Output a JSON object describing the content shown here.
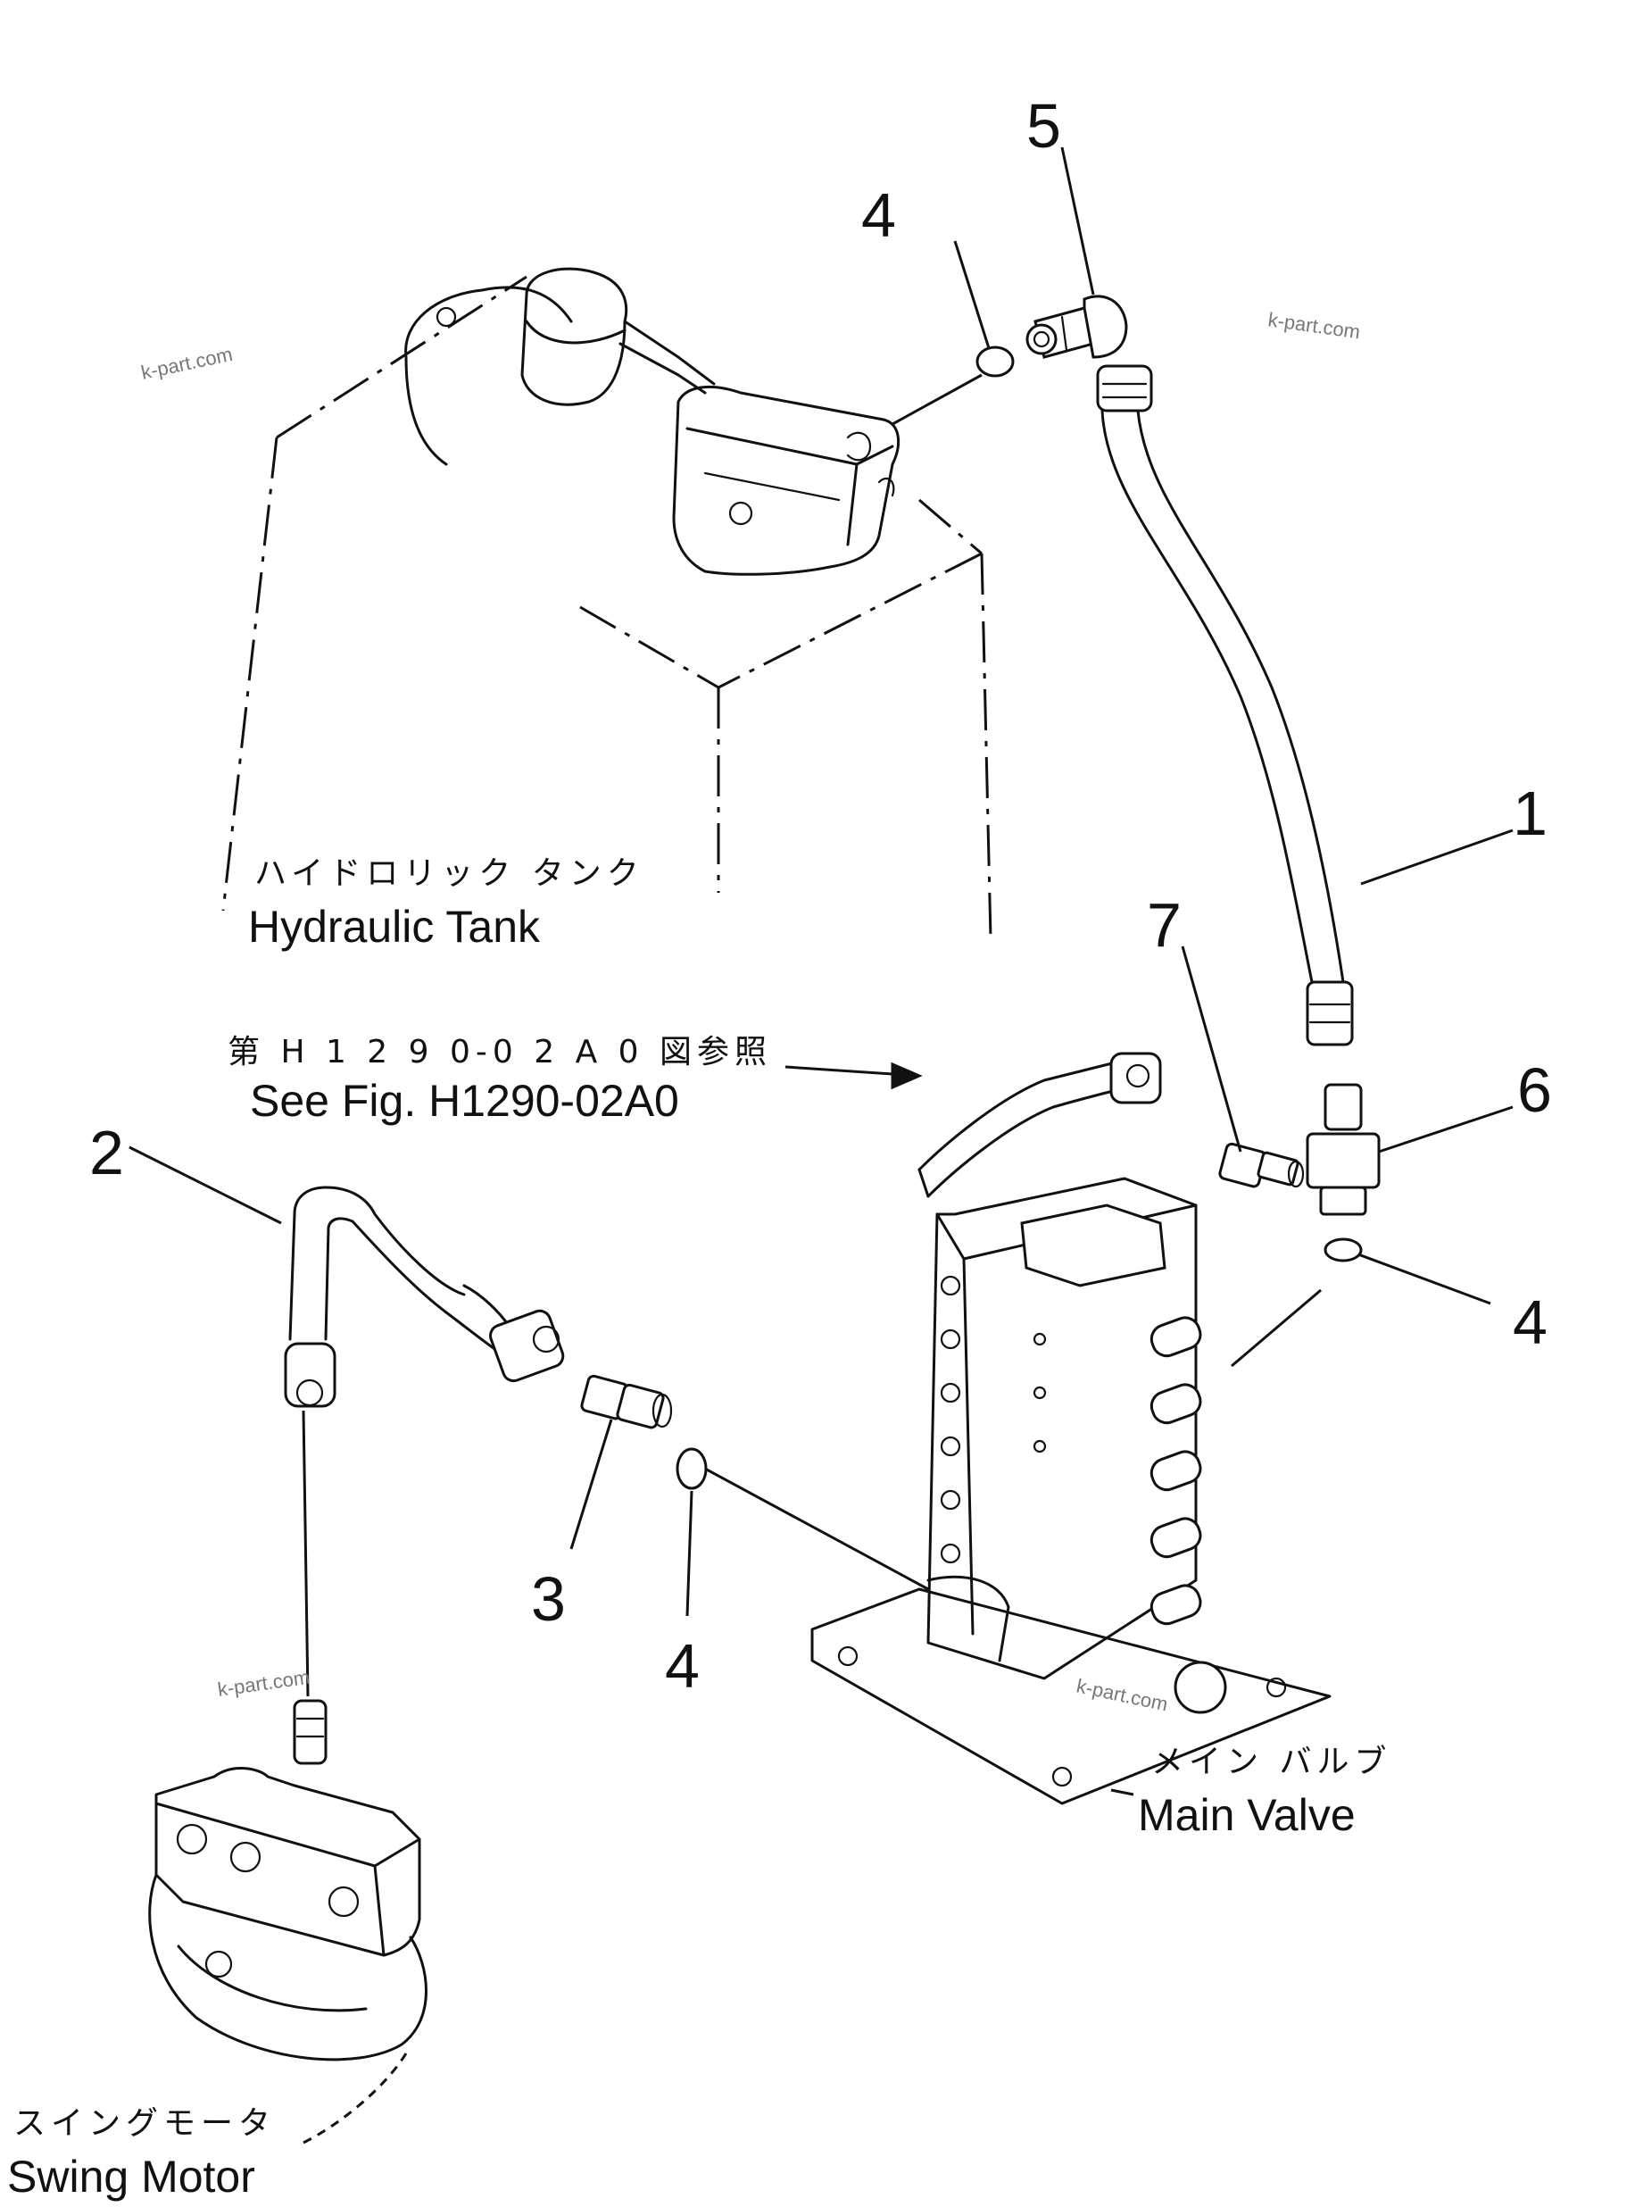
{
  "callouts": {
    "c1": "1",
    "c2": "2",
    "c3": "3",
    "c4_top": "4",
    "c4_right": "4",
    "c4_bottom": "4",
    "c5": "5",
    "c6": "6",
    "c7": "7"
  },
  "labels": {
    "hydraulic_tank_jp": "ハイドロリック タンク",
    "hydraulic_tank_en": "Hydraulic Tank",
    "see_fig_jp": "第 H 1 2 9 0-0 2 A 0 図参照",
    "see_fig_en": "See Fig. H1290-02A0",
    "main_valve_jp": "メイン バルブ",
    "main_valve_en": "Main Valve",
    "swing_motor_jp": "スイングモータ",
    "swing_motor_en": "Swing Motor"
  },
  "watermarks": {
    "w1": "k-part.com",
    "w2": "k-part.com",
    "w3": "k-part.com",
    "w4": "k-part.com"
  }
}
